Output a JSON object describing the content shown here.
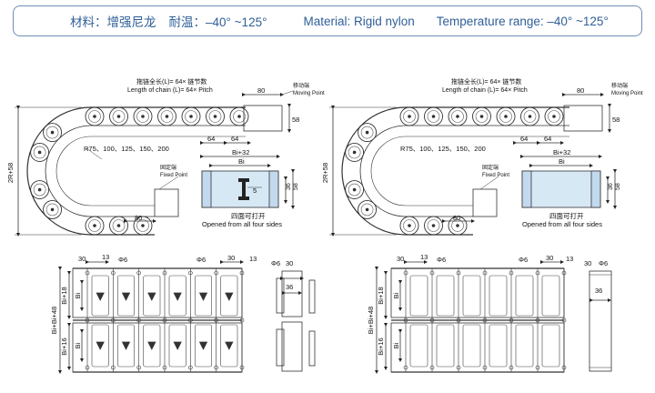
{
  "header": {
    "cn_material": "材料：增强尼龙",
    "cn_temperature": "耐温：–40°  ~125°",
    "en_material": "Material: Rigid nylon",
    "en_temperature": "Temperature range: –40°  ~125°"
  },
  "left_top": {
    "chain_length_cn": "拖链全长(L)= 64× 链节数",
    "chain_length_en": "Length of chain (L)= 64× Pitch",
    "moving_point_cn": "移动端",
    "moving_point_en": "Moving Point",
    "fixed_point_cn": "固定端",
    "fixed_point_en": "Fixed Point",
    "radii": "R75、100、125、150、200",
    "dim_80_top": "80",
    "dim_80_bottom": "80",
    "dim_58": "58",
    "dim_64a": "64",
    "dim_64b": "64",
    "dim_2r58": "2R+58"
  },
  "left_section": {
    "bi32": "Bi+32",
    "bi": "Bi",
    "dim_5": "5",
    "dim_36": "36",
    "dim_58": "58",
    "open_cn": "四面可打开",
    "open_en": "Opened from all four sides"
  },
  "right_top": {
    "chain_length_cn": "拖链全长(L)= 64× 链节数",
    "chain_length_en": "Length of chain (L)= 64× Pitch",
    "moving_point_cn": "移动端",
    "moving_point_en": "Moving Point",
    "fixed_point_cn": "固定端",
    "fixed_point_en": "Fixed Point",
    "radii": "R75、100、125、150、200",
    "dim_80_top": "80",
    "dim_80_bottom": "80",
    "dim_58": "58",
    "dim_64a": "64",
    "dim_64b": "64",
    "dim_2r58": "2R+58"
  },
  "right_section": {
    "bi32": "Bi+32",
    "bi": "Bi",
    "dim_36": "36",
    "dim_58": "58",
    "open_cn": "四面可打开",
    "open_en": "Opened from all four sides"
  },
  "left_bottom": {
    "d30a": "30",
    "d13a": "13",
    "phi6a": "Φ6",
    "phi6b": "Φ6",
    "d30b": "30",
    "d13b": "13",
    "bi48": "Bi+Bi+48",
    "bi18": "Bi+18",
    "bi16": "Bi+16",
    "bia": "Bi",
    "bib": "Bi",
    "phi6c": "Φ6",
    "d30c": "30",
    "d36": "36"
  },
  "right_bottom": {
    "d30a": "30",
    "d13a": "13",
    "phi6a": "Φ6",
    "phi6b": "Φ6",
    "d30b": "30",
    "d13b": "13",
    "bi48": "Bi+Bi+48",
    "bi18": "Bi+18",
    "bi16": "Bi+16",
    "bia": "Bi",
    "bib": "Bi",
    "phi6c": "Φ6",
    "d30c": "30",
    "d36": "36"
  }
}
